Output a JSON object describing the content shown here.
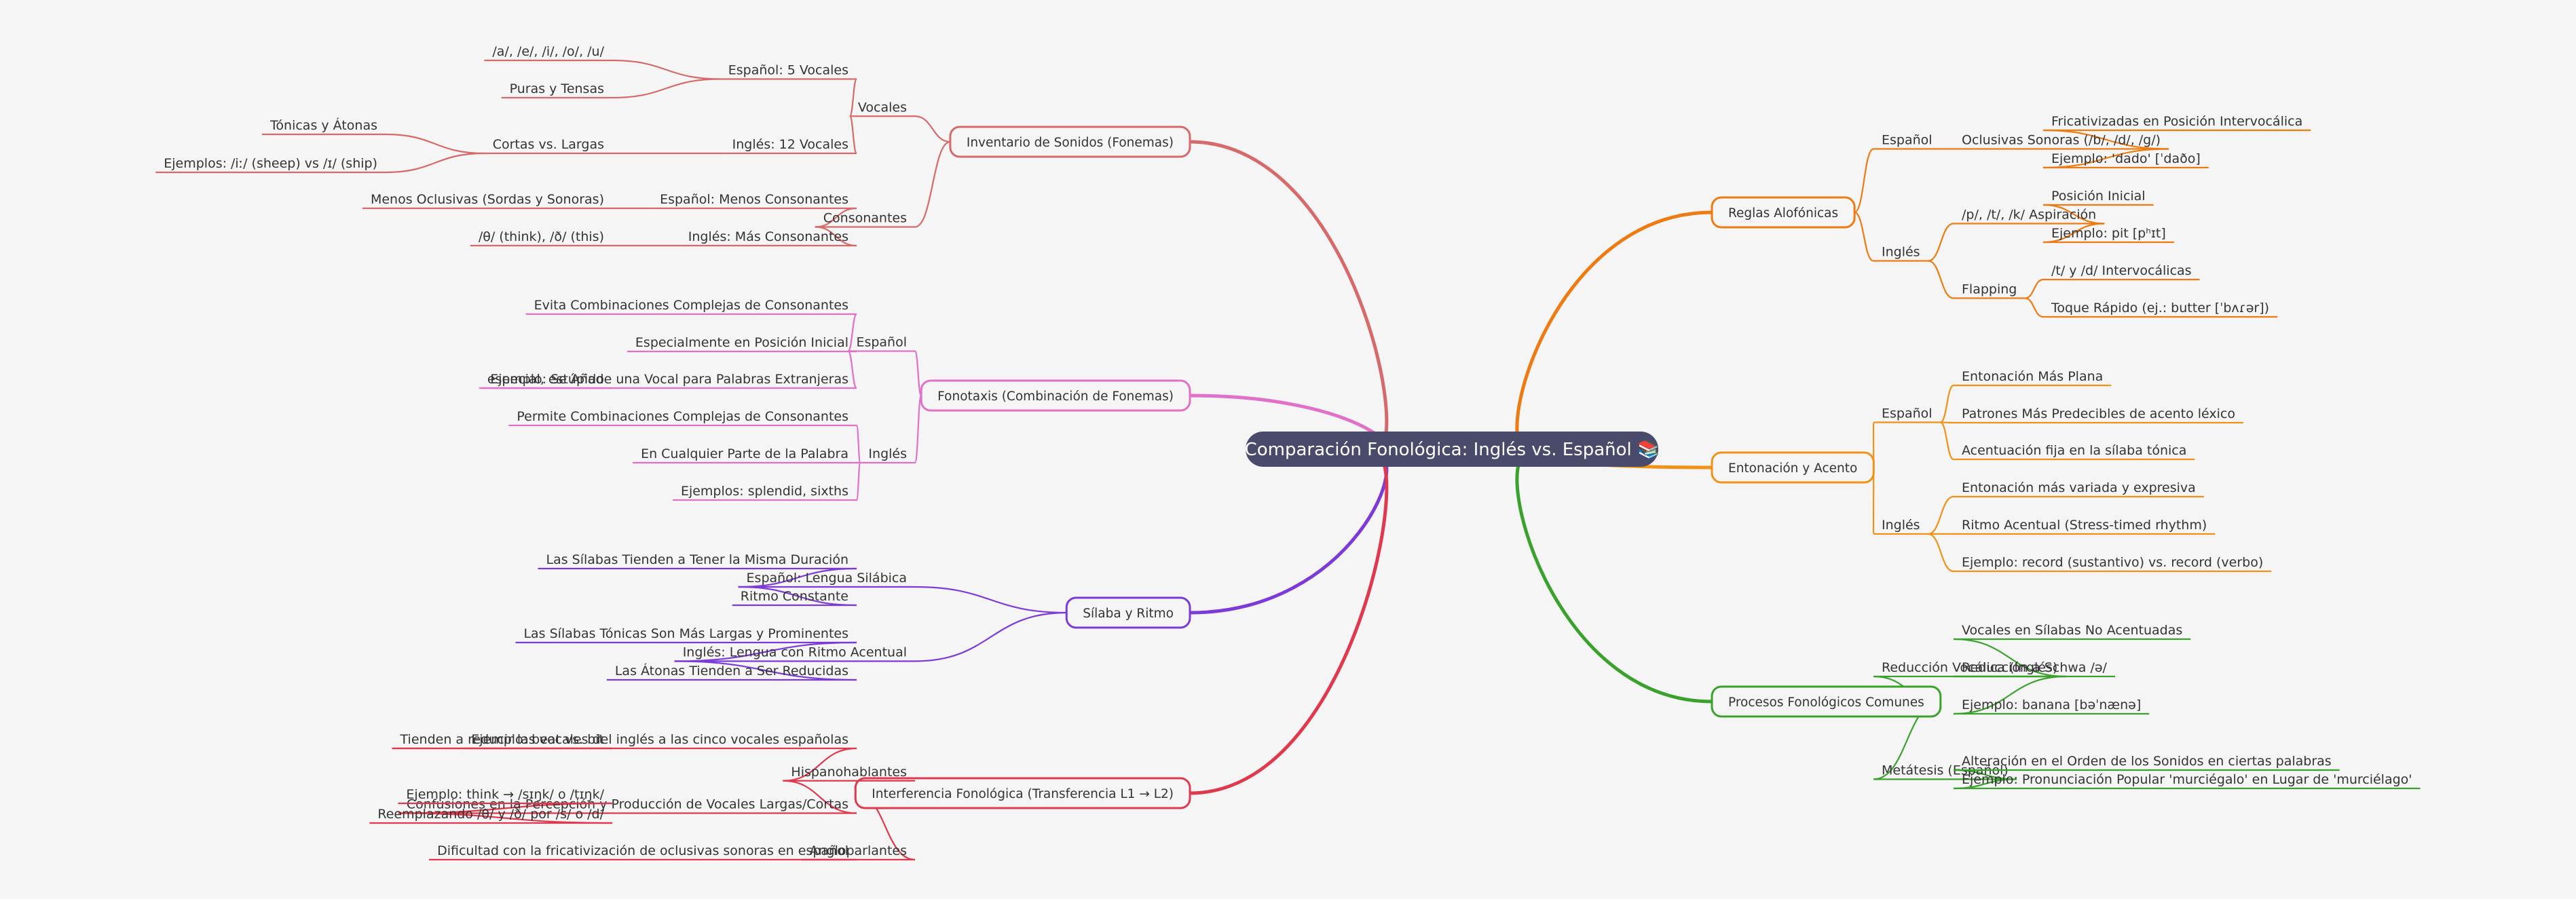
{
  "title": "Comparación Fonológica: Inglés vs. Español 📚",
  "colors": {
    "background": "#f5f5f5",
    "root_fill": "#4a4a6a",
    "root_text": "#ffffff",
    "label_text": "#333333",
    "branch_inventario": "#d66a6a",
    "branch_fonotaxis": "#e070c8",
    "branch_silaba": "#7c3ad8",
    "branch_interferencia": "#e0394e",
    "branch_reglas": "#ee7a12",
    "branch_entonacion": "#ef9216",
    "branch_procesos": "#3aa12c"
  },
  "branches": [
    {
      "id": "inventario",
      "side": "left",
      "color_key": "branch_inventario",
      "label": "Inventario de Sonidos (Fonemas)",
      "children": [
        {
          "label": "Vocales",
          "children": [
            {
              "label": "Español: 5 Vocales",
              "children": [
                {
                  "label": "/a/, /e/, /i/, /o/, /u/"
                },
                {
                  "label": "Puras y Tensas"
                }
              ]
            },
            {
              "label": "Inglés: 12 Vocales",
              "children": [
                {
                  "label": "Cortas vs. Largas",
                  "children": [
                    {
                      "label": "Tónicas y Átonas"
                    },
                    {
                      "label": "Ejemplos: /iː/ (sheep) vs /ɪ/ (ship)"
                    }
                  ]
                }
              ]
            }
          ]
        },
        {
          "label": "Consonantes",
          "children": [
            {
              "label": "Español: Menos Consonantes",
              "children": [
                {
                  "label": "Menos Oclusivas (Sordas y Sonoras)"
                }
              ]
            },
            {
              "label": "Inglés: Más Consonantes",
              "children": [
                {
                  "label": "/θ/ (think), /ð/ (this)"
                }
              ]
            }
          ]
        }
      ]
    },
    {
      "id": "fonotaxis",
      "side": "left",
      "color_key": "branch_fonotaxis",
      "label": "Fonotaxis (Combinación de Fonemas)",
      "children": [
        {
          "label": "Español",
          "children": [
            {
              "label": "Evita Combinaciones Complejas de Consonantes"
            },
            {
              "label": "Especialmente en Posición Inicial"
            },
            {
              "label": "Ejemplo: Se Añade una Vocal para Palabras Extranjeras",
              "children": [
                {
                  "label": "especial, estúpido"
                }
              ]
            }
          ]
        },
        {
          "label": "Inglés",
          "children": [
            {
              "label": "Permite Combinaciones Complejas de Consonantes"
            },
            {
              "label": "En Cualquier Parte de la Palabra"
            },
            {
              "label": "Ejemplos: splendid, sixths"
            }
          ]
        }
      ]
    },
    {
      "id": "silaba",
      "side": "left",
      "color_key": "branch_silaba",
      "label": "Sílaba y Ritmo",
      "children": [
        {
          "label": "Español: Lengua Silábica",
          "children": [
            {
              "label": "Las Sílabas Tienden a Tener la Misma Duración"
            },
            {
              "label": "Ritmo Constante"
            }
          ]
        },
        {
          "label": "Inglés: Lengua con Ritmo Acentual",
          "children": [
            {
              "label": "Las Sílabas Tónicas Son Más Largas y Prominentes"
            },
            {
              "label": "Las Átonas Tienden a Ser Reducidas"
            }
          ]
        }
      ]
    },
    {
      "id": "interferencia",
      "side": "left",
      "color_key": "branch_interferencia",
      "label": "Interferencia Fonológica (Transferencia L1 → L2)",
      "children": [
        {
          "label": "Hispanohablantes",
          "children": [
            {
              "label": "Tienden a reducir las vocales del inglés a las cinco vocales españolas",
              "children": [
                {
                  "label": "Ejemplo: beat vs. bit"
                }
              ]
            },
            {
              "label": "Confusiones en la Percepción y Producción de Vocales Largas/Cortas",
              "children": [
                {
                  "label": "Ejemplo: think → /sɪŋk/ o /tɪŋk/"
                },
                {
                  "label": "Reemplazando /θ/ y /ð/ por /s/ o /d/"
                }
              ]
            }
          ]
        },
        {
          "label": "Angloparlantes",
          "children": [
            {
              "label": "Dificultad con la fricativización de oclusivas sonoras en español"
            }
          ]
        }
      ]
    },
    {
      "id": "reglas",
      "side": "right",
      "color_key": "branch_reglas",
      "label": "Reglas Alofónicas",
      "children": [
        {
          "label": "Español",
          "children": [
            {
              "label": "Oclusivas Sonoras (/b/, /d/, /g/)",
              "children": [
                {
                  "label": "Fricativizadas en Posición Intervocálica"
                },
                {
                  "label": "Ejemplo: 'dado' [ˈdaðo]"
                }
              ]
            }
          ]
        },
        {
          "label": "Inglés",
          "children": [
            {
              "label": "/p/, /t/, /k/ Aspiración",
              "children": [
                {
                  "label": "Posición Inicial"
                },
                {
                  "label": "Ejemplo: pit [pʰɪt]"
                }
              ]
            },
            {
              "label": "Flapping",
              "children": [
                {
                  "label": "/t/ y /d/ Intervocálicas"
                },
                {
                  "label": "Toque Rápido (ej.: butter [ˈbʌɾər])"
                }
              ]
            }
          ]
        }
      ]
    },
    {
      "id": "entonacion",
      "side": "right",
      "color_key": "branch_entonacion",
      "label": "Entonación y Acento",
      "children": [
        {
          "label": "Español",
          "children": [
            {
              "label": "Entonación Más Plana"
            },
            {
              "label": "Patrones Más Predecibles de acento léxico"
            },
            {
              "label": "Acentuación fija en la sílaba tónica"
            }
          ]
        },
        {
          "label": "Inglés",
          "children": [
            {
              "label": "Entonación más variada y expresiva"
            },
            {
              "label": "Ritmo Acentual (Stress-timed rhythm)"
            },
            {
              "label": "Ejemplo: record (sustantivo) vs. record (verbo)"
            }
          ]
        }
      ]
    },
    {
      "id": "procesos",
      "side": "right",
      "color_key": "branch_procesos",
      "label": "Procesos Fonológicos Comunes",
      "children": [
        {
          "label": "Reducción Vocálica (Inglés)",
          "children": [
            {
              "label": "Vocales en Sílabas No Acentuadas"
            },
            {
              "label": "Reducción a Schwa /ə/"
            },
            {
              "label": "Ejemplo: banana [bəˈnænə]"
            }
          ]
        },
        {
          "label": "Metátesis (Español)",
          "children": [
            {
              "label": "Alteración en el Orden de los Sonidos en ciertas palabras"
            },
            {
              "label": "Ejemplo: Pronunciación Popular 'murciégalo' en Lugar de 'murciélago'"
            }
          ]
        }
      ]
    }
  ]
}
